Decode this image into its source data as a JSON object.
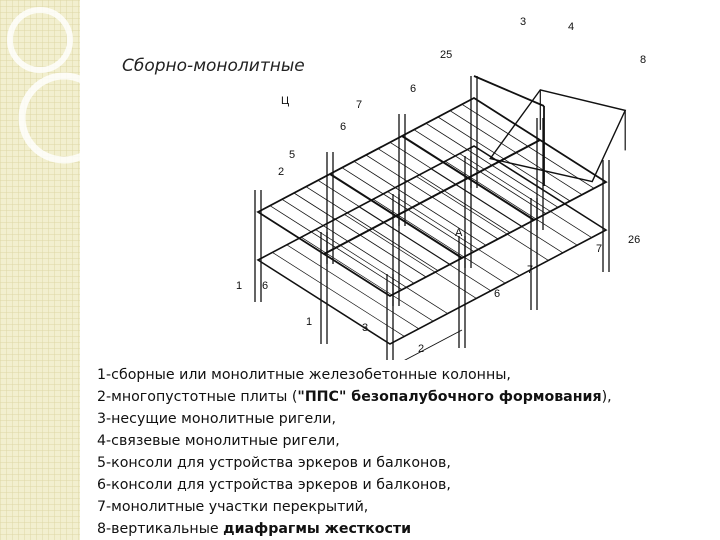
{
  "slide": {
    "title": "Сборно-монолитные",
    "figure_letter": "Ц"
  },
  "colors": {
    "decor_fill": "#f2efcf",
    "decor_grid": "#ddd7a6",
    "line": "#111111"
  },
  "drawing": {
    "callouts": [
      "3",
      "4",
      "25",
      "8",
      "6",
      "7",
      "6",
      "5",
      "2",
      "А",
      "26",
      "7",
      "7",
      "6",
      "1",
      "6",
      "1",
      "3",
      "2"
    ]
  },
  "legend": [
    {
      "pre": "1-сборные или монолитные железобетонные колонны,",
      "bold": "",
      "post": ""
    },
    {
      "pre": "2-многопустотные плиты (",
      "bold": "\"ППС\" безопалубочного формования",
      "post": "),"
    },
    {
      "pre": "3-несущие монолитные ригели,",
      "bold": "",
      "post": ""
    },
    {
      "pre": "4-связевые монолитные ригели,",
      "bold": "",
      "post": ""
    },
    {
      "pre": "5-консоли для устройства эркеров и балконов,",
      "bold": "",
      "post": ""
    },
    {
      "pre": "6-консоли для устройства эркеров и балконов,",
      "bold": "",
      "post": ""
    },
    {
      "pre": "7-монолитные участки перекрытий,",
      "bold": "",
      "post": ""
    },
    {
      "pre": "8-вертикальные ",
      "bold": "диафрагмы жесткости",
      "post": ""
    }
  ]
}
